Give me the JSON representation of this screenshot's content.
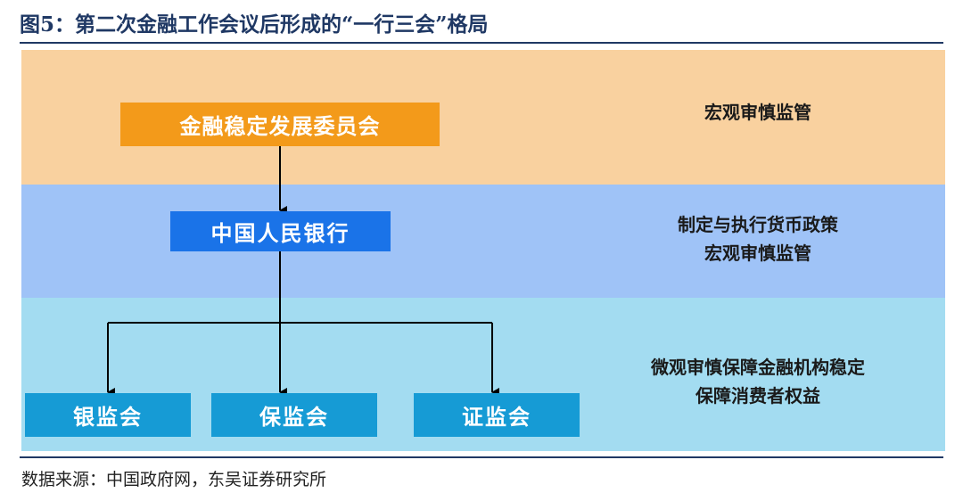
{
  "title": "图5：第二次金融工作会议后形成的“一行三会”格局",
  "nodes": {
    "fsdc": "金融稳定发展委员会",
    "pboc": "中国人民银行",
    "cbrc": "银监会",
    "circ": "保监会",
    "csrc": "证监会"
  },
  "roles": {
    "tier1": [
      "宏观审慎监管"
    ],
    "tier2": [
      "制定与执行货币政策",
      "宏观审慎监管"
    ],
    "tier3": [
      "微观审慎保障金融机构稳定",
      "保障消费者权益"
    ]
  },
  "colors": {
    "band_top": "#f9d19f",
    "band_middle": "#9fc3f7",
    "band_bottom": "#a3dcf1",
    "fsdc_box": "#f39a1a",
    "pboc_box": "#1a73e8",
    "regulator_box": "#169bd5"
  },
  "source": "数据来源：中国政府网，东吴证券研究所"
}
